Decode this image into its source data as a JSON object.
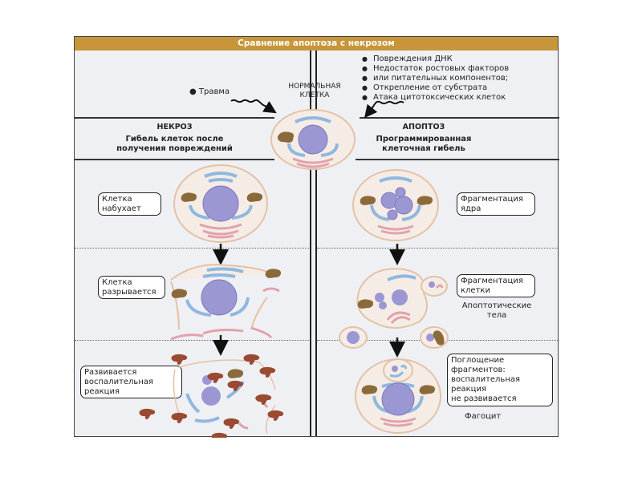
{
  "title": "Сравнение апоптоза с некрозом",
  "normal_cell": {
    "label_line1": "НОРМАЛЬНАЯ",
    "label_line2": "КЛЕТКА"
  },
  "necrosis_cause": "Травма",
  "apoptosis_causes": [
    "Повреждения ДНК",
    "Недостаток ростовых факторов",
    "или питательных компонентов;",
    "Открепление от субстрата",
    "Атака цитотоксических клеток"
  ],
  "necrosis": {
    "heading": "НЕКРОЗ",
    "subtitle_line1": "Гибель клеток после",
    "subtitle_line2": "получения повреждений",
    "stages": [
      {
        "line1": "Клетка",
        "line2": "набухает"
      },
      {
        "line1": "Клетка",
        "line2": "разрывается"
      },
      {
        "line1": "Развивается",
        "line2": "воспалительная",
        "line3": "реакция"
      }
    ]
  },
  "apoptosis": {
    "heading": "АПОПТОЗ",
    "subtitle_line1": "Программированная",
    "subtitle_line2": "клеточная гибель",
    "stages": [
      {
        "line1": "Фрагментация",
        "line2": "ядра"
      },
      {
        "line1": "Фрагментация",
        "line2": "клетки"
      },
      {
        "line1": "Поглощение",
        "line2": "фрагментов:",
        "line3": "воспалительная",
        "line4": "реакция",
        "line5": "не развивается"
      }
    ],
    "apoptotic_bodies_line1": "Апоптотические",
    "apoptotic_bodies_line2": "тела",
    "phagocyte_label": "Фагоцит"
  },
  "colors": {
    "title_bar": "#c8953a",
    "background": "#eff0f4",
    "cell_membrane": "#e3c2a6",
    "cytoplasm": "#f5ece6",
    "nucleus": "#9b97d3",
    "er_blue": "#8fb8e0",
    "golgi_pink": "#e2a2ab",
    "mitochondria": "#8a6a3a",
    "inflammatory_cell": "#9b4a32"
  }
}
